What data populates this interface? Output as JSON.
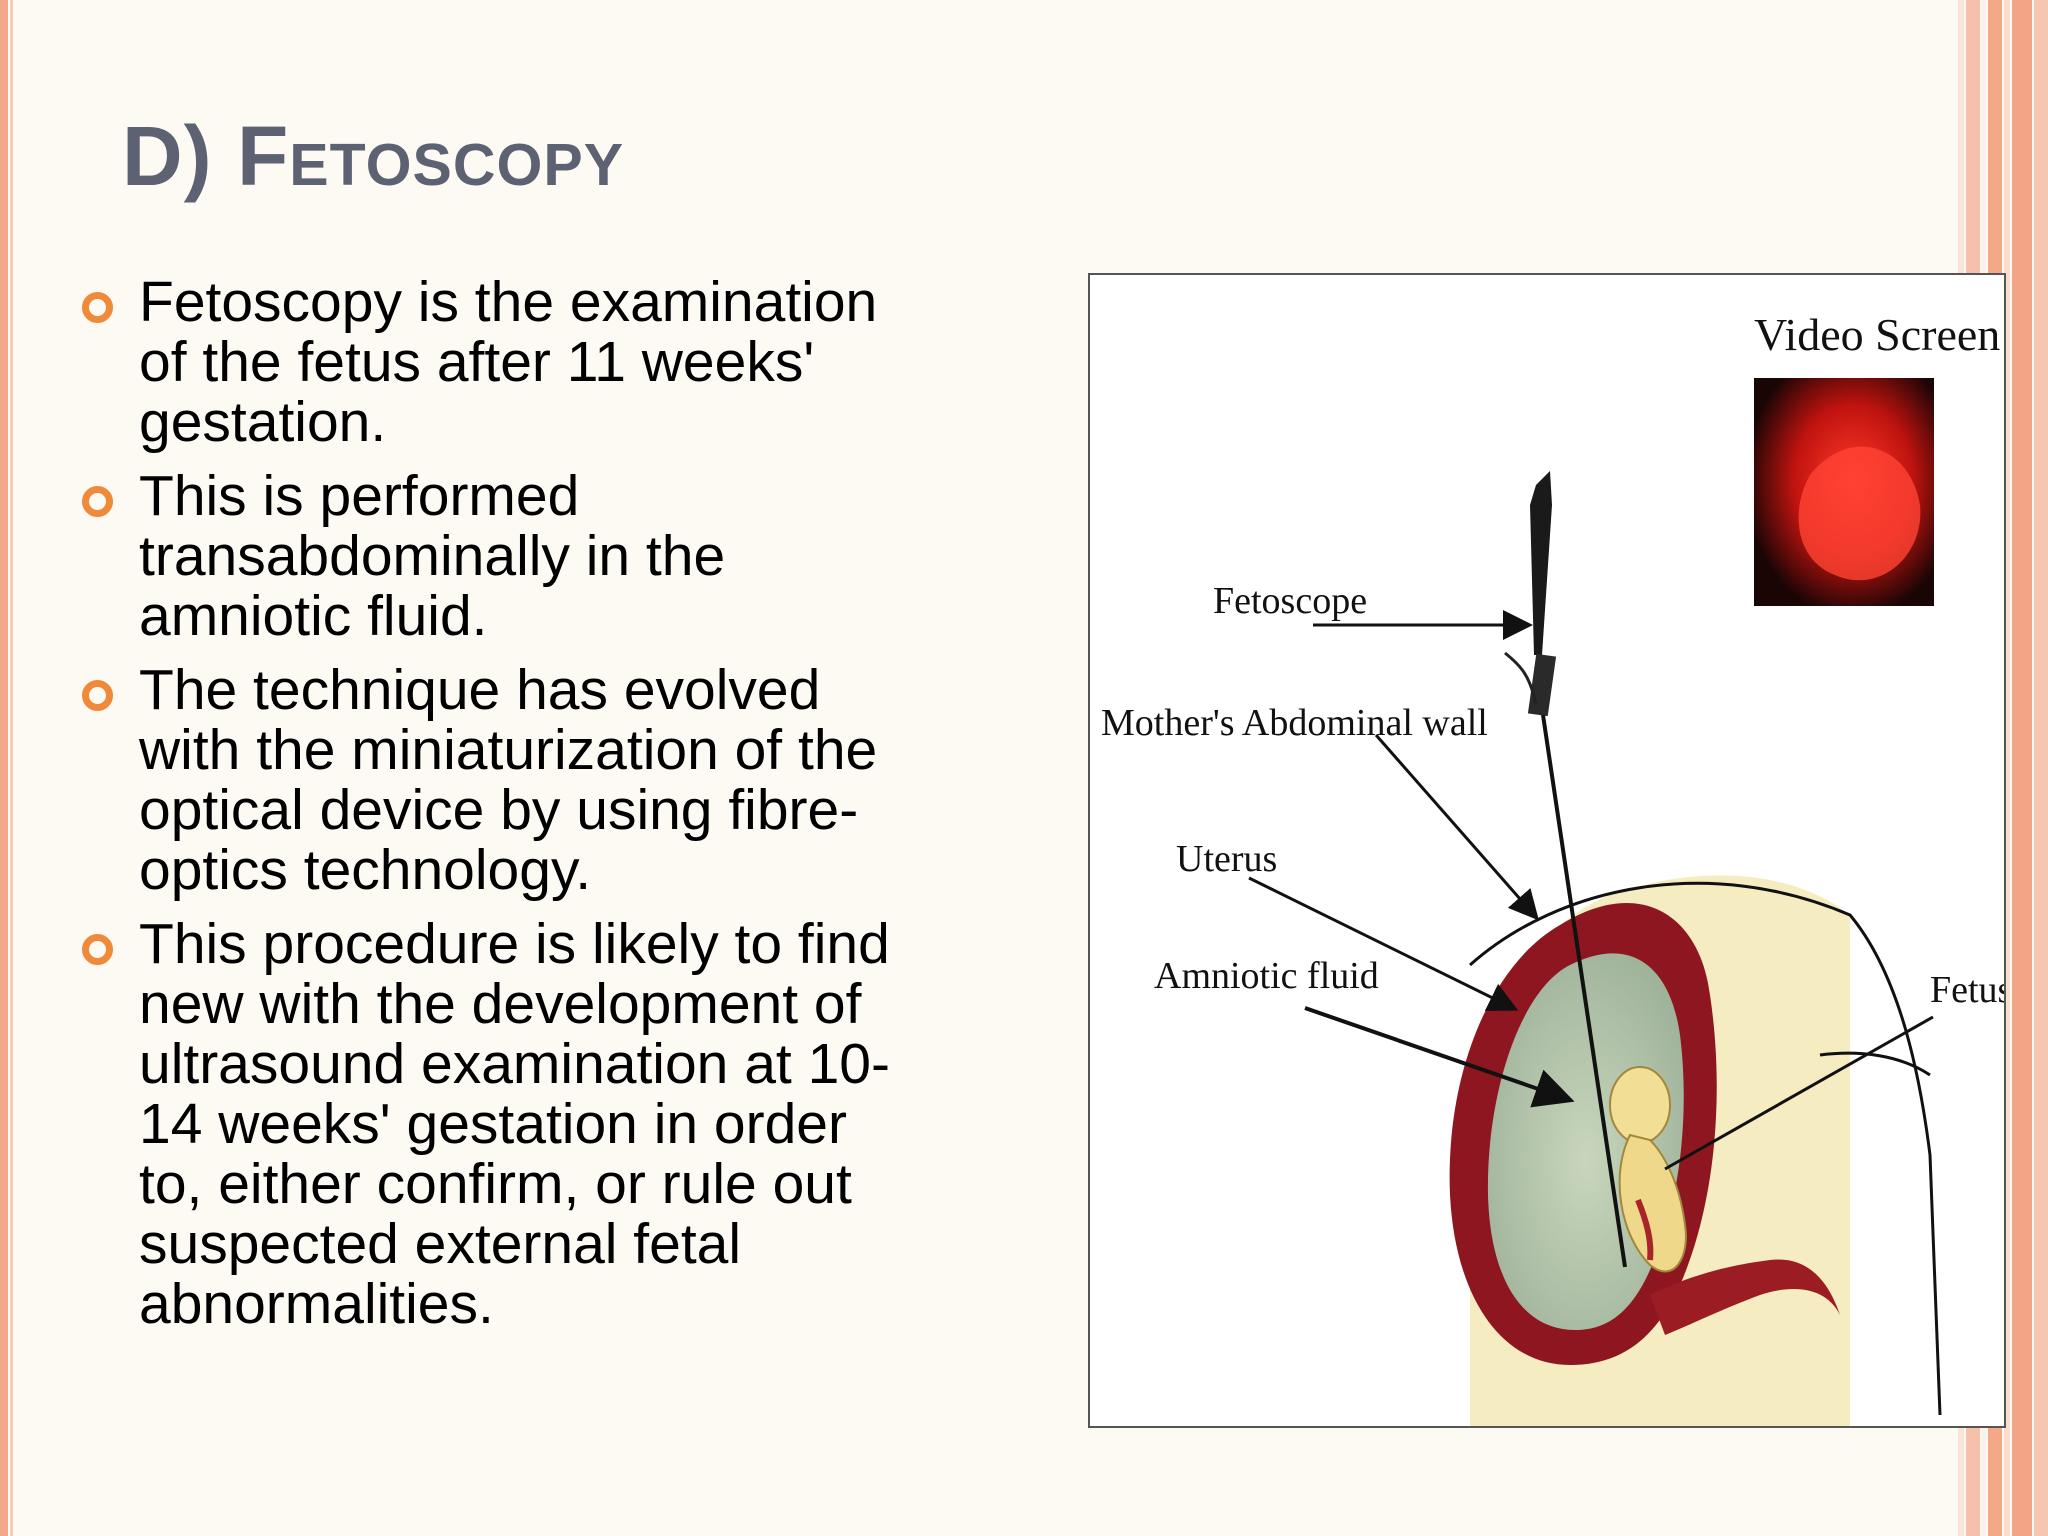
{
  "slide": {
    "title": "D) Fetoscopy",
    "bullets": [
      "Fetoscopy is the examination of the fetus after 11 weeks' gestation.",
      "This is performed transabdominally in the amniotic fluid.",
      "The technique has evolved with the miniaturization of the optical device by using fibre-optics technology.",
      "This procedure is likely to find new with the development of ultrasound examination at 10-14 weeks' gestation in order to, either confirm, or rule out suspected external fetal abnormalities."
    ],
    "bullet_lines": [
      [
        "Fetoscopy is the examination",
        "of the fetus after 11 weeks'",
        "gestation."
      ],
      [
        "This is performed",
        "transabdominally in the",
        "amniotic fluid."
      ],
      [
        "The technique has evolved",
        "with the miniaturization of the",
        "optical device by using fibre-",
        "optics technology."
      ],
      [
        "This procedure is likely to find",
        "new with the development of",
        "ultrasound examination at 10-",
        "14 weeks' gestation in order",
        "to, either confirm, or rule out",
        "suspected external fetal",
        "abnormalities."
      ]
    ]
  },
  "figure": {
    "labels": {
      "video_screen": "Video Screen",
      "fetoscope": "Fetoscope",
      "abdominal_wall": "Mother's Abdominal wall",
      "uterus": "Uterus",
      "amniotic_fluid": "Amniotic fluid",
      "fetus": "Fetus"
    }
  },
  "colors": {
    "title": "#5d6272",
    "bullet_marker": "#ef8a3a",
    "border_salmon": "#f2a98b",
    "uterus_wall": "#8e1620",
    "amniotic_fill": "#b9c9ad",
    "abdomen_fill": "#f5ecc2"
  }
}
